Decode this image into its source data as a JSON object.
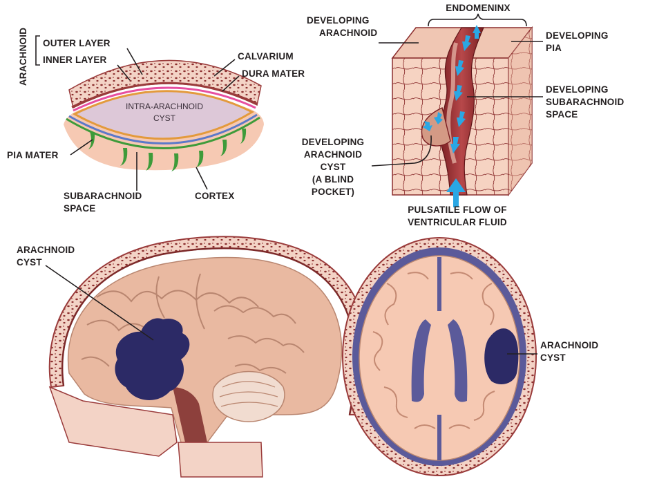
{
  "panels": {
    "top_left": {
      "labels": {
        "arachnoid": "ARACHNOID",
        "outer_layer": "OUTER LAYER",
        "inner_layer": "INNER LAYER",
        "calvarium": "CALVARIUM",
        "dura_mater": "DURA MATER",
        "cyst_line1": "INTRA-ARACHNOID",
        "cyst_line2": "CYST",
        "pia_mater": "PIA MATER",
        "subarachnoid_line1": "SUBARACHNOID",
        "subarachnoid_line2": "SPACE",
        "cortex": "CORTEX"
      }
    },
    "top_right": {
      "labels": {
        "endomeninx": "ENDOMENINX",
        "developing_arachnoid_line1": "DEVELOPING",
        "developing_arachnoid_line2": "ARACHNOID",
        "developing_pia_line1": "DEVELOPING",
        "developing_pia_line2": "PIA",
        "developing_subarachnoid_line1": "DEVELOPING",
        "developing_subarachnoid_line2": "SUBARACHNOID",
        "developing_subarachnoid_line3": "SPACE",
        "developing_cyst_line1": "DEVELOPING",
        "developing_cyst_line2": "ARACHNOID",
        "developing_cyst_line3": "CYST",
        "developing_cyst_line4": "(A BLIND",
        "developing_cyst_line5": "POCKET)",
        "flow_line1": "PULSATILE FLOW OF",
        "flow_line2": "VENTRICULAR FLUID"
      }
    },
    "bottom_left": {
      "labels": {
        "cyst_line1": "ARACHNOID",
        "cyst_line2": "CYST"
      }
    },
    "bottom_right": {
      "labels": {
        "cyst_line1": "ARACHNOID",
        "cyst_line2": "CYST"
      }
    }
  },
  "colors": {
    "bone": "#f3d3c6",
    "bone_dots": "#8c2f2f",
    "dura": "#9a3b3b",
    "arachnoid_outer": "#e64fa0",
    "arachnoid_inner": "#5b79c9",
    "cyst_rim": "#e39a3c",
    "cyst_fill": "#ddc8d8",
    "pia_green": "#3e9b3a",
    "cortex": "#f6c9b3",
    "tissue_red": "#a83a3a",
    "cyst_navy": "#2c2a66",
    "flow_arrow": "#2aa7e4",
    "brain": "#e9b9a1",
    "brain_shadow": "#b98670"
  }
}
